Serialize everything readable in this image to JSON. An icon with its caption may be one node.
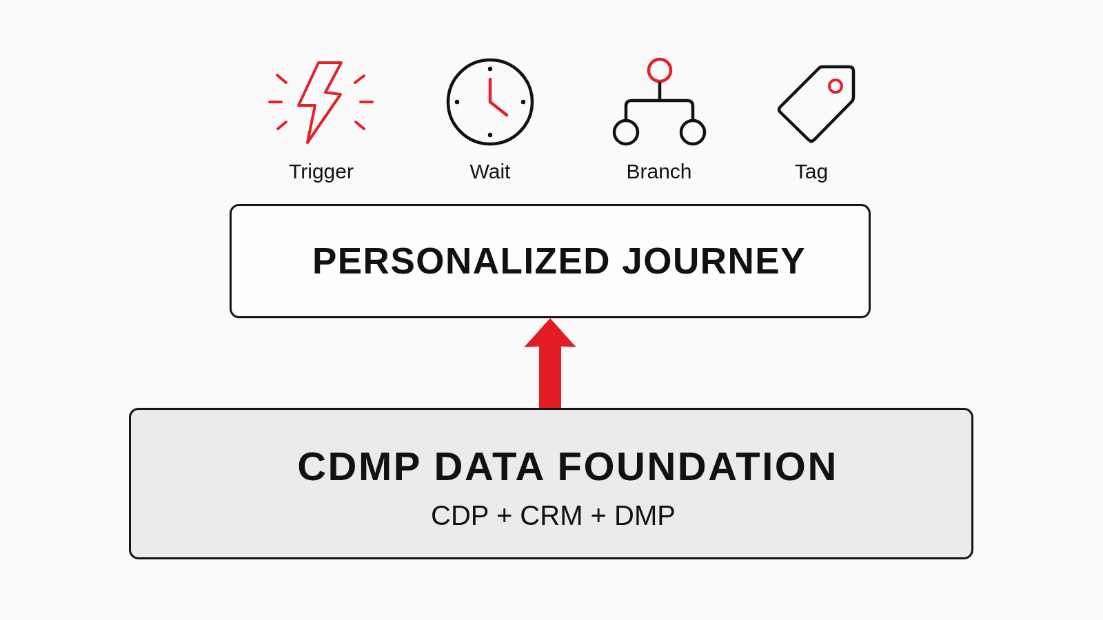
{
  "diagram": {
    "nodes": [
      {
        "text": [
          "PERSONALIZED JOURNEY"
        ]
      },
      {
        "text": [
          "CDMP DATA FOUNDATION",
          "CDP + CRM + DMP"
        ]
      }
    ],
    "edges": [
      {
        "from": 1,
        "to": 0,
        "arrow": "to",
        "color": "#e31b23"
      }
    ],
    "labels": [
      "Trigger",
      "Wait",
      "Branch",
      "Tag"
    ]
  }
}
